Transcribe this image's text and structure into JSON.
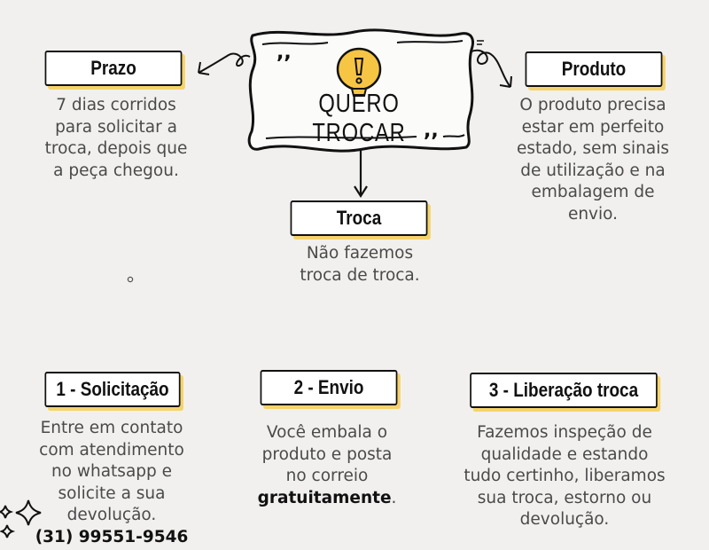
{
  "center": {
    "title": "QUERO TROCAR",
    "icon": "exclamation-bulb-icon"
  },
  "prazo": {
    "label": "Prazo",
    "lines": [
      "7 dias corridos",
      "para solicitar a",
      "troca, depois que",
      "a peça chegou."
    ]
  },
  "produto": {
    "label": "Produto",
    "lines": [
      "O produto precisa",
      "estar em perfeito",
      "estado, sem sinais",
      "de utilização e na",
      "embalagem de",
      "envio."
    ]
  },
  "troca": {
    "label": "Troca",
    "lines": [
      "Não fazemos",
      "troca de troca."
    ]
  },
  "step1": {
    "label": "1 - Solicitação",
    "lines": [
      "Entre em contato",
      "com atendimento",
      "no whatsapp e",
      "solicite a sua",
      "devolução."
    ],
    "phone": "(31) 99551-9546"
  },
  "step2": {
    "label": "2 - Envio",
    "lines": [
      "Você embala o",
      "produto e posta",
      "no correio"
    ],
    "bold": "gratuitamente",
    "suffix": "."
  },
  "step3": {
    "label": "3 - Liberação troca",
    "lines": [
      "Fazemos inspeção de",
      "qualidade e estando",
      "tudo certinho, liberamos",
      "sua troca, estorno ou",
      "devolução."
    ]
  },
  "colors": {
    "accent": "#f5d36b",
    "bulb": "#f6c543",
    "ink": "#111111",
    "text": "#4a4a4a",
    "background": "#f1f0ee"
  }
}
